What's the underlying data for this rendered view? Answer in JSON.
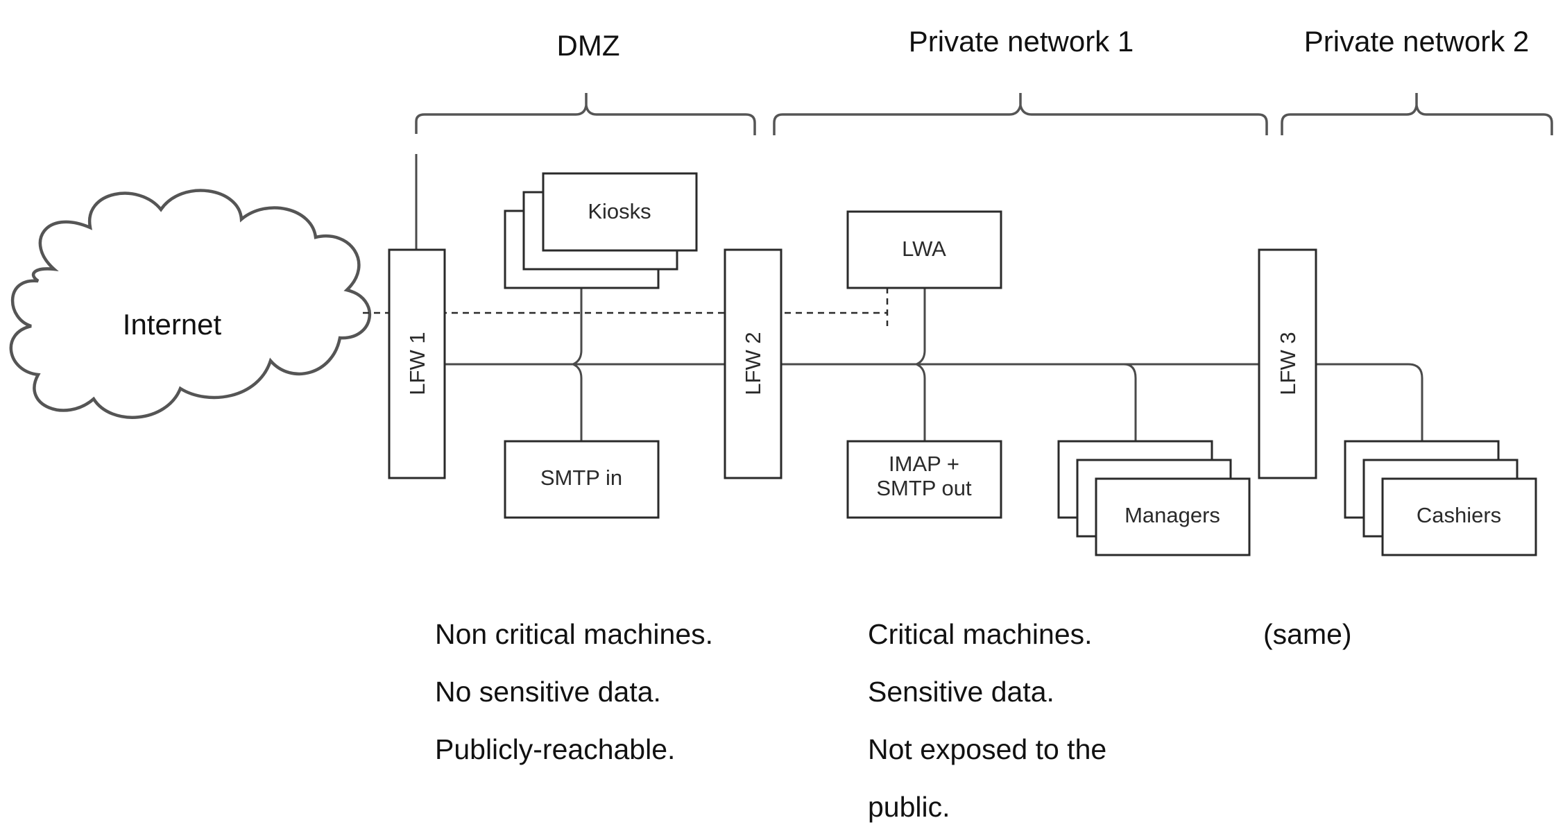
{
  "zones": {
    "dmz": "DMZ",
    "private1": "Private network 1",
    "private2": "Private network 2"
  },
  "nodes": {
    "internet": "Internet",
    "lfw1": "LFW 1",
    "lfw2": "LFW 2",
    "lfw3": "LFW 3",
    "kiosks": "Kiosks",
    "smtp_in": "SMTP in",
    "lwa": "LWA",
    "imap_line1": "IMAP +",
    "imap_line2": "SMTP out",
    "managers": "Managers",
    "cashiers": "Cashiers"
  },
  "notes": {
    "dmz": [
      "Non critical machines.",
      "No sensitive data.",
      "Publicly-reachable."
    ],
    "private1": [
      "Critical machines.",
      "Sensitive data.",
      "Not exposed to the",
      "public."
    ],
    "private2": [
      "(same)"
    ]
  }
}
